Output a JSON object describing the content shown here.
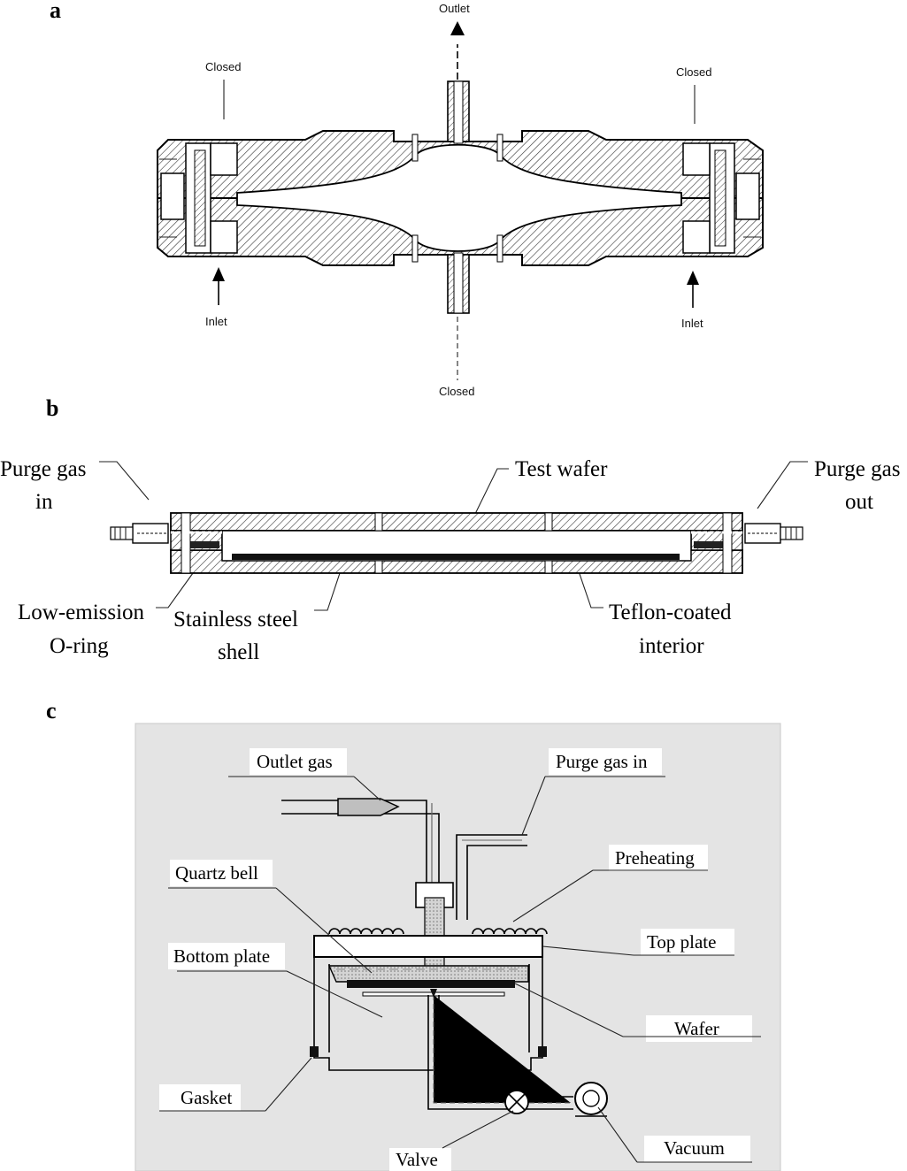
{
  "panel_a": {
    "letter": "a",
    "labels": {
      "outlet_top": "Outlet",
      "closed_left": "Closed",
      "closed_right": "Closed",
      "inlet_left": "Inlet",
      "inlet_right": "Inlet",
      "closed_bottom": "Closed"
    }
  },
  "panel_b": {
    "letter": "b",
    "labels": {
      "purge_in_1": "Purge gas",
      "purge_in_2": "in",
      "test_wafer": "Test wafer",
      "purge_out_1": "Purge gas",
      "purge_out_2": "out",
      "oring_1": "Low-emission",
      "oring_2": "O-ring",
      "shell_1": "Stainless steel",
      "shell_2": "shell",
      "teflon_1": "Teflon-coated",
      "teflon_2": "interior"
    }
  },
  "panel_c": {
    "letter": "c",
    "labels": {
      "outlet_gas": "Outlet gas",
      "purge_gas_in": "Purge gas in",
      "preheating": "Preheating",
      "quartz_bell": "Quartz bell",
      "top_plate": "Top plate",
      "bottom_plate": "Bottom plate",
      "wafer": "Wafer",
      "gasket": "Gasket",
      "vacuum": "Vacuum",
      "valve": "Valve"
    }
  }
}
